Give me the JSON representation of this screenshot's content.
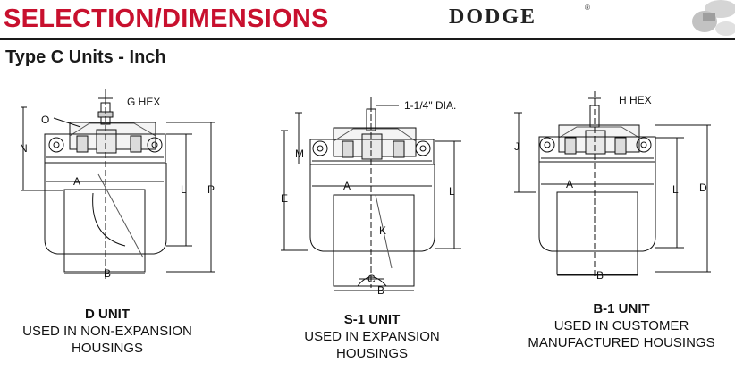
{
  "header": {
    "title": "SELECTION/DIMENSIONS",
    "brand": "DODGE",
    "brand_mark": "®",
    "accent_color": "#c8102e"
  },
  "subtitle": "Type C Units - Inch",
  "units": [
    {
      "name": "D UNIT",
      "caption_lines": [
        "USED IN NON-EXPANSION",
        "HOUSINGS"
      ],
      "labels": {
        "hex": "G HEX",
        "o": "O",
        "n": "N",
        "a": "A",
        "l": "L",
        "p": "P",
        "b": "B"
      }
    },
    {
      "name": "S-1 UNIT",
      "caption_lines": [
        "USED IN EXPANSION",
        "HOUSINGS"
      ],
      "labels": {
        "dia": "1-1/4\" DIA.",
        "m": "M",
        "e": "E",
        "a": "A",
        "l": "L",
        "k": "K",
        "c": "C",
        "b": "B"
      }
    },
    {
      "name": "B-1 UNIT",
      "caption_lines": [
        "USED IN CUSTOMER",
        "MANUFACTURED HOUSINGS"
      ],
      "labels": {
        "hex": "H HEX",
        "j": "J",
        "a": "A",
        "l": "L",
        "d": "D",
        "b": "B"
      }
    }
  ]
}
